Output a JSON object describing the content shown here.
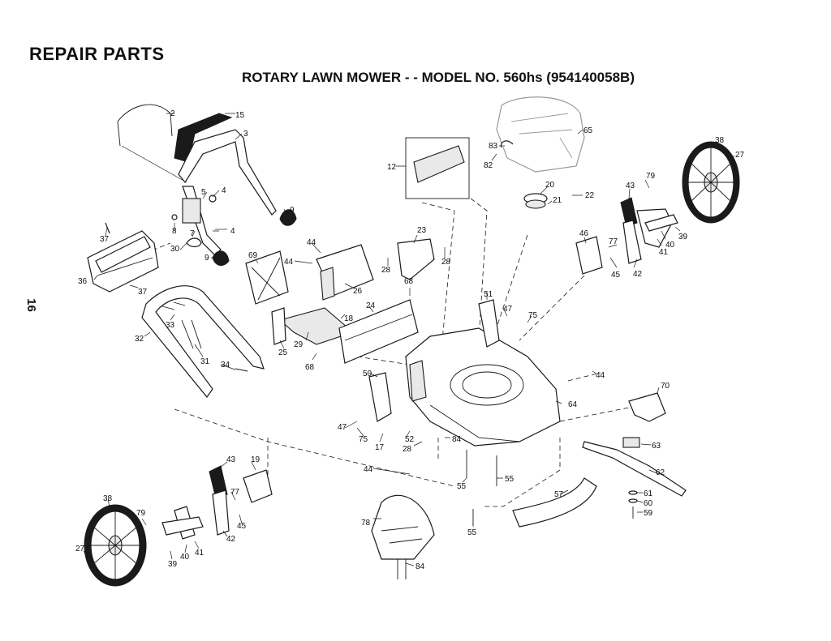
{
  "header": {
    "title": "REPAIR PARTS",
    "subtitle": "ROTARY LAWN MOWER - - MODEL NO. 560hs (954140058B)",
    "page_number": "16"
  },
  "callouts": [
    "2",
    "15",
    "3",
    "4",
    "5",
    "4",
    "9",
    "8",
    "7",
    "9",
    "37",
    "30",
    "36",
    "37",
    "33",
    "31",
    "32",
    "34",
    "44",
    "44",
    "69",
    "26",
    "28",
    "23",
    "28",
    "25",
    "29",
    "18",
    "24",
    "68",
    "68",
    "12",
    "83",
    "82",
    "65",
    "20",
    "21",
    "22",
    "38",
    "27",
    "43",
    "79",
    "46",
    "77",
    "45",
    "42",
    "41",
    "40",
    "39",
    "51",
    "47",
    "75",
    "50",
    "47",
    "75",
    "17",
    "52",
    "28",
    "84",
    "44",
    "64",
    "44",
    "70",
    "63",
    "62",
    "61",
    "60",
    "59",
    "55",
    "55",
    "55",
    "57",
    "78",
    "84",
    "43",
    "19",
    "38",
    "79",
    "77",
    "45",
    "42",
    "40",
    "41",
    "39",
    "27"
  ]
}
